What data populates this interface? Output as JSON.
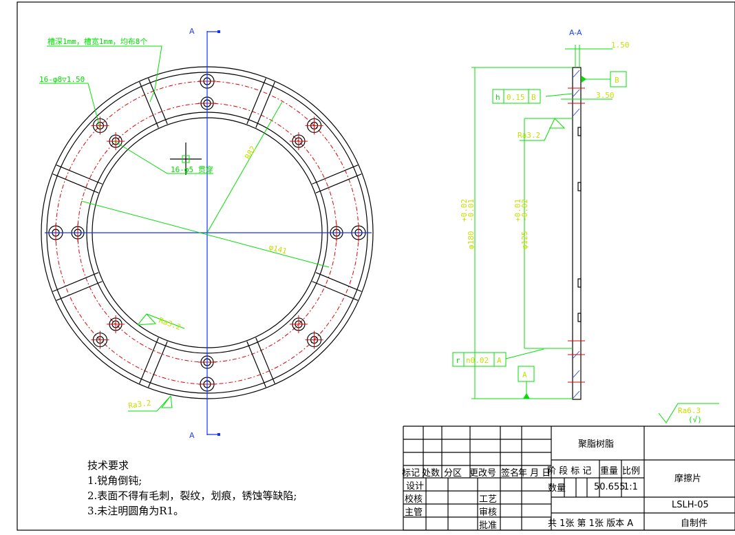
{
  "section_marks": {
    "top": "A",
    "bottom": "A",
    "view_title": "A-A"
  },
  "front_view": {
    "groove_note": "槽深1mm，槽宽1mm，均布8个",
    "hole_counterbore": "16-φ8▽1.50",
    "hole_through": "16-φ5 贯穿",
    "radius": "R82",
    "diameter": "φ141",
    "roughness_1": "Ra3.2",
    "roughness_2": "Ra3.2"
  },
  "section_view": {
    "dim_thickness": "1.50",
    "dim_groove": "3.50",
    "datum_b": "B",
    "datum_a": "A",
    "flatness": {
      "symbol": "h",
      "value": "0.15",
      "datum": "B"
    },
    "parallel": {
      "symbol": "r",
      "value": "n0.02",
      "datum": "A"
    },
    "roughness": "Ra3.2",
    "dia_outer": {
      "nominal": "φ180",
      "upper": "+0.02",
      "lower": "-0.01"
    },
    "dia_inner": {
      "nominal": "φ125",
      "upper": "+0.01",
      "lower": "-0.02"
    }
  },
  "general_roughness": {
    "value": "Ra6.3",
    "other": "(√)"
  },
  "tech_requirements": {
    "title": "技术要求",
    "items": [
      "1.锐角倒钝;",
      "2.表面不得有毛刺，裂纹，划痕，锈蚀等缺陷;",
      "3.未注明圆角为R1。"
    ]
  },
  "title_block": {
    "material": "聚脂树脂",
    "part_name": "摩擦片",
    "drawing_no": "LSLH-05",
    "source": "自制件",
    "header_labels": [
      "标记",
      "处数",
      "分区",
      "更改号",
      "签名",
      "年 月 日"
    ],
    "stage_label": "阶 段 标 记",
    "weight_label": "重量",
    "scale_label": "比例",
    "qty_label": "数量",
    "weight": "50.655",
    "scale": "1:1",
    "sign_rows": [
      "设计",
      "校核",
      "主管"
    ],
    "approve_rows": [
      "工艺",
      "审核",
      "批准"
    ],
    "sheets": "共 1张 第 1张 版本 A"
  }
}
